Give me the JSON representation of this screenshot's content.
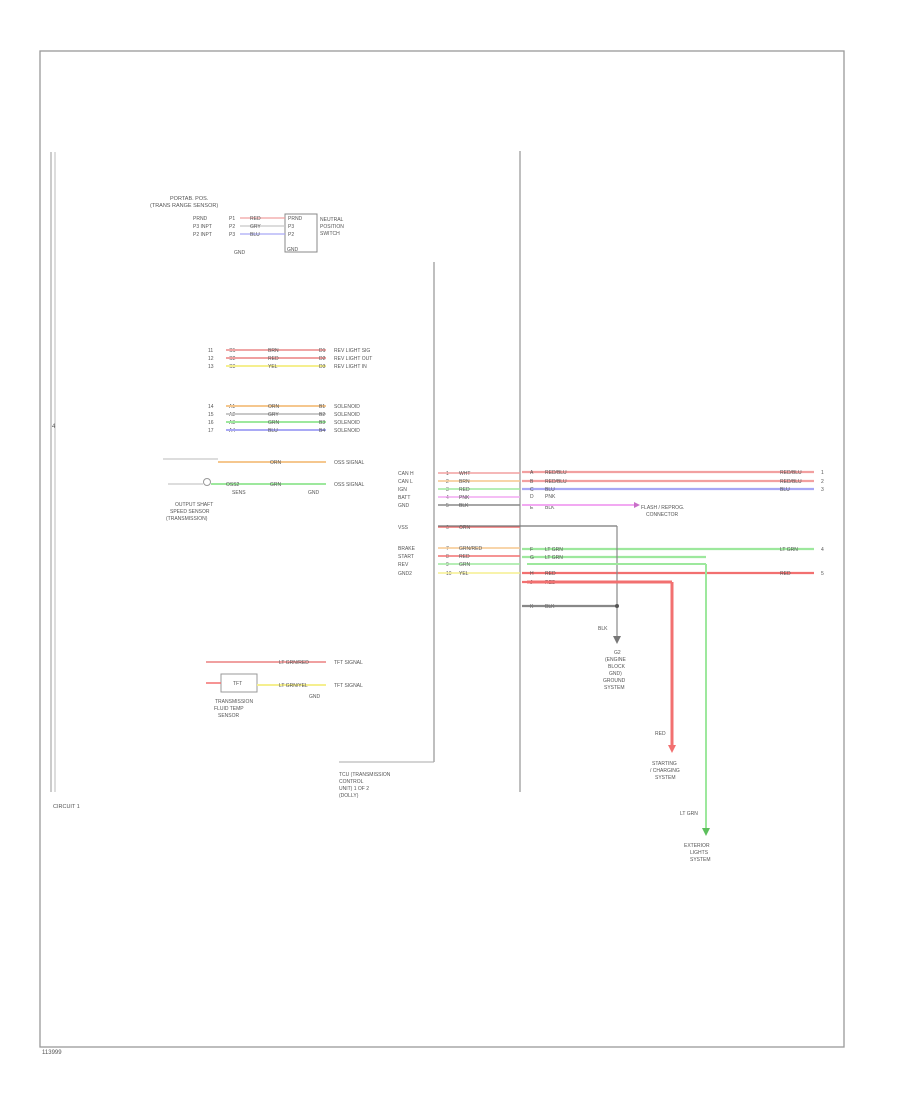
{
  "diagram": {
    "page_id": "113999",
    "left_label": "CIRCUIT 1",
    "left_marker": "4",
    "module": {
      "label_lines": [
        "TCU (TRANSMISSION",
        "CONTROL",
        "UNIT) 1 OF 2",
        "(DOLLY)"
      ]
    },
    "top_sensor": {
      "title_lines": [
        "PORTAB. POS.",
        "(TRANS RANGE SENSOR)"
      ],
      "component_lines": [
        "NEUTRAL",
        "POSITION",
        "SWITCH"
      ],
      "pins": [
        {
          "name": "PRND",
          "code": "P1",
          "color_text": "RED",
          "right": "PRND"
        },
        {
          "name": "P3 INPT",
          "code": "P2",
          "color_text": "GRY",
          "right": "P3"
        },
        {
          "name": "P2 INPT",
          "code": "P3",
          "color_text": "BLU",
          "right": "P2"
        }
      ],
      "gnd": "GND",
      "gnd2": "GND"
    },
    "group_a": [
      {
        "left": "11",
        "code": "C1",
        "color_text": "BRN",
        "right": "D1",
        "label": "REV LIGHT SIG",
        "color": "#f0a6a6"
      },
      {
        "left": "12",
        "code": "C2",
        "color_text": "RED",
        "right": "D2",
        "label": "REV LIGHT OUT",
        "color": "#f0a0a0"
      },
      {
        "left": "13",
        "code": "C3",
        "color_text": "YEL",
        "right": "D3",
        "label": "REV LIGHT IN",
        "color": "#f5ef8f"
      }
    ],
    "group_b": [
      {
        "left": "14",
        "code": "A1",
        "color_text": "ORN",
        "right": "B1",
        "label": "SOLENOID",
        "color": "#f5c78e"
      },
      {
        "left": "15",
        "code": "A2",
        "color_text": "GRY",
        "right": "B2",
        "label": "SOLENOID",
        "color": "#c8c8c8"
      },
      {
        "left": "16",
        "code": "A3",
        "color_text": "GRN",
        "right": "B3",
        "label": "SOLENOID",
        "color": "#9de89d"
      },
      {
        "left": "17",
        "code": "A4",
        "color_text": "BLU",
        "right": "B4",
        "label": "SOLENOID",
        "color": "#a9a9f5"
      }
    ],
    "speed_sensor": {
      "label_lines": [
        "OUTPUT SHAFT",
        "SPEED SENSOR",
        "(TRANSMISSION)"
      ],
      "wires": [
        {
          "code": "",
          "color_text": "ORN",
          "right": "",
          "label": "OSS SIGNAL",
          "color": "#f5c78e"
        },
        {
          "code": "OSS2",
          "color_text": "GRN",
          "right": "",
          "label": "OSS SIGNAL",
          "color": "#9de89d"
        }
      ],
      "bottom_left": "SENS",
      "bottom_right": "GND"
    },
    "temp_sensor": {
      "box_label": "TFT",
      "label_lines": [
        "TRANSMISSION",
        "FLUID TEMP",
        "SENSOR"
      ],
      "wires": [
        {
          "color_text": "LT GRN/RED",
          "label": "TFT SIGNAL",
          "color": "#f0a0a0"
        },
        {
          "color_text": "LT GRN/YEL",
          "label": "TFT SIGNAL",
          "color": "#f5ef8f"
        }
      ],
      "gnd": "GND"
    },
    "connector": {
      "left_rows": [
        {
          "label": "CAN H",
          "pin": "1",
          "color_text": "WHT"
        },
        {
          "label": "CAN L",
          "pin": "2",
          "color_text": "BRN"
        },
        {
          "label": "IGN",
          "pin": "3",
          "color_text": "RED"
        },
        {
          "label": "BATT",
          "pin": "4",
          "color_text": "PNK"
        },
        {
          "label": "GND",
          "pin": "5",
          "color_text": "BLK"
        },
        {
          "label": "VSS",
          "pin": "6",
          "color_text": "ORN"
        },
        {
          "label": "BRAKE",
          "pin": "7",
          "color_text": "GRN/RED"
        },
        {
          "label": "START",
          "pin": "8",
          "color_text": "RED"
        },
        {
          "label": "REV",
          "pin": "9",
          "color_text": "GRN"
        },
        {
          "label": "GND2",
          "pin": "10",
          "color_text": "YEL"
        }
      ],
      "right_wires": [
        {
          "pin": "A",
          "color_text": "RED/BLU",
          "end_color": "RED/BLU",
          "end_marker": "1",
          "color": "#f2a0a0"
        },
        {
          "pin": "B",
          "color_text": "RED/BLU",
          "end_color": "RED/BLU",
          "end_marker": "2",
          "color": "#f2a0a0"
        },
        {
          "pin": "C",
          "color_text": "BLU",
          "end_color": "BLU",
          "end_marker": "3",
          "color": "#a7a7f5"
        },
        {
          "pin": "D",
          "color_text": "PNK",
          "end_color": "",
          "end_marker": "",
          "color": "#f2a9f2"
        },
        {
          "pin": "E",
          "color_text": "BLK",
          "end_color": "",
          "end_marker": "",
          "color": "#777777"
        },
        {
          "pin": "F",
          "color_text": "LT GRN",
          "end_color": "LT GRN",
          "end_marker": "4",
          "color": "#9de89d"
        },
        {
          "pin": "G",
          "color_text": "LT GRN",
          "end_color": "",
          "end_marker": "",
          "color": "#9de89d"
        },
        {
          "pin": "H",
          "color_text": "RED",
          "end_color": "RED",
          "end_marker": "5",
          "color": "#f27070"
        },
        {
          "pin": "J",
          "color_text": "RED",
          "end_color": "",
          "end_marker": "",
          "color": "#f27070"
        },
        {
          "pin": "K",
          "color_text": "BLK",
          "end_color": "",
          "end_marker": "",
          "color": "#888888"
        }
      ],
      "pnk_destination_lines": [
        "FLASH / REPROG.",
        "CONNECTOR"
      ]
    },
    "ground_point": {
      "wire_label": "BLK",
      "label_lines": [
        "G2",
        "(ENGINE",
        "BLOCK",
        "GND)",
        "GROUND",
        "SYSTEM"
      ]
    },
    "starting_system": {
      "wire_label": "RED",
      "label_lines": [
        "STARTING",
        "/ CHARGING",
        "SYSTEM"
      ]
    },
    "exterior_light": {
      "wire_label": "LT GRN",
      "label_lines": [
        "EXTERIOR",
        "LIGHTS",
        "SYSTEM"
      ]
    }
  }
}
